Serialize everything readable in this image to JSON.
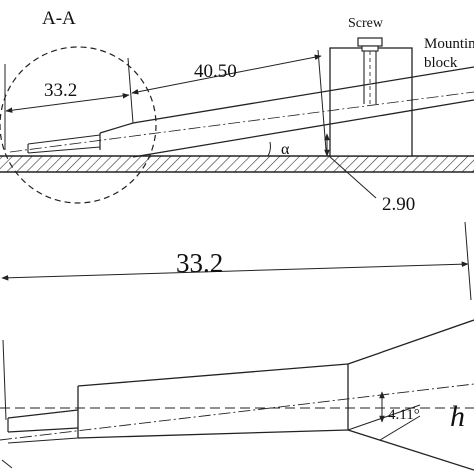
{
  "top_view": {
    "section_label": "A-A",
    "dim_tip_length": "33.2",
    "dim_body_length": "40.50",
    "screw_label": "Screw",
    "mounting_label_line1": "Mounting",
    "mounting_label_line2": "block",
    "angle_label": "α",
    "dim_offset": "2.90"
  },
  "detail_view": {
    "dim_length": "33.2",
    "angle_value": "4.11°",
    "height_label": "h"
  },
  "colors": {
    "line": "#222222",
    "text": "#111111",
    "hatch": "#333333",
    "background": "#ffffff"
  }
}
